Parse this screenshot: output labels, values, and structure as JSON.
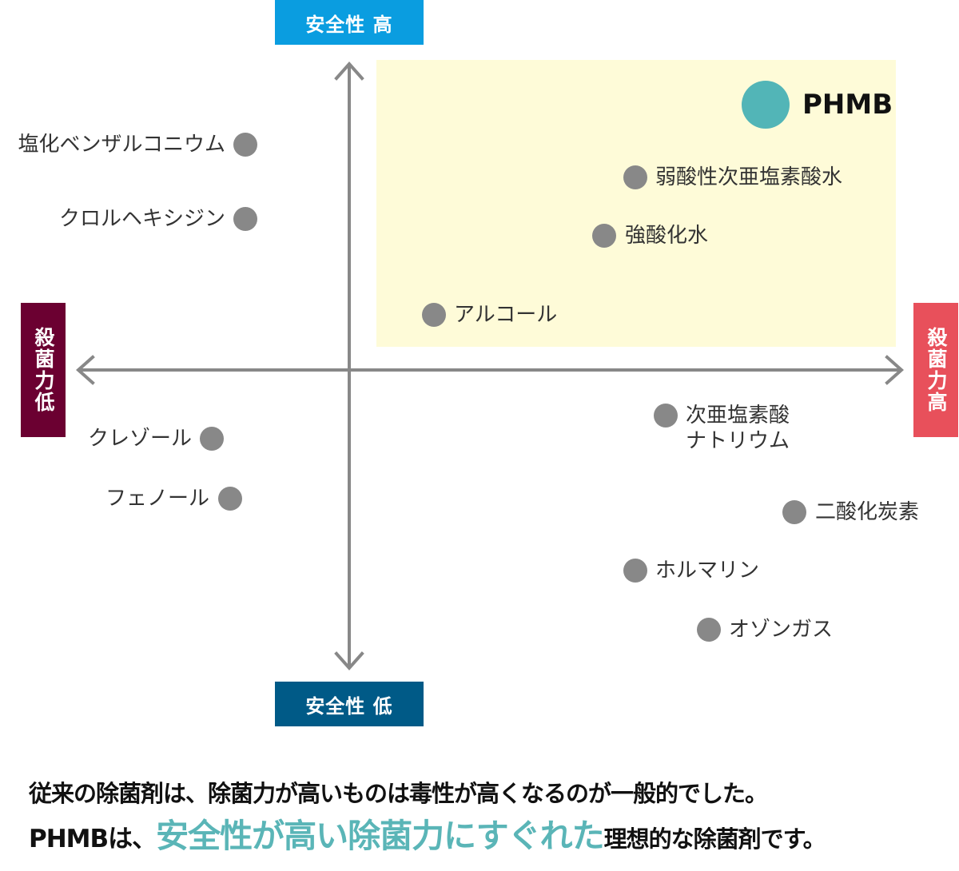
{
  "axes": {
    "top_label": "安全性 高",
    "bottom_label": "安全性 低",
    "left_label": "殺菌力低",
    "right_label": "殺菌力高"
  },
  "colors": {
    "safety_high": "#0a9de0",
    "safety_low": "#005a87",
    "bactericidal_low": "#6b0031",
    "bactericidal_high": "#e8505b",
    "ideal_zone": "#fefbd8",
    "phmb": "#52b5b7",
    "dot": "#888888",
    "highlight_text": "#5ab5b7"
  },
  "highlight": {
    "label": "PHMB"
  },
  "points": [
    {
      "label": "塩化ベンザルコニウム"
    },
    {
      "label": "クロルヘキシジン"
    },
    {
      "label": "弱酸性次亜塩素酸水"
    },
    {
      "label": "強酸化水"
    },
    {
      "label": "アルコール"
    },
    {
      "label": "クレゾール"
    },
    {
      "label": "フェノール"
    },
    {
      "label_line1": "次亜塩素酸",
      "label_line2": "ナトリウム"
    },
    {
      "label": "二酸化炭素"
    },
    {
      "label": "ホルマリン"
    },
    {
      "label": "オゾンガス"
    }
  ],
  "caption": {
    "line1": "従来の除菌剤は、除菌力が高いものは毒性が高くなるのが一般的でした。",
    "line2_prefix": "PHMBは、",
    "line2_highlight": "安全性が高い除菌力にすぐれた",
    "line2_suffix": "理想的な除菌剤です。"
  }
}
